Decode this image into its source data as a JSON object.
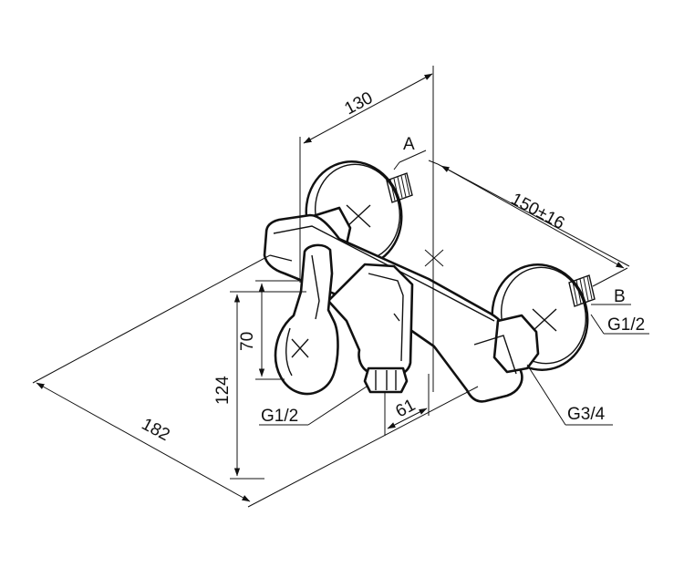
{
  "dimensions": {
    "width_130": "130",
    "spacing_150": "150±16",
    "height_70": "70",
    "height_124": "124",
    "depth_61": "61",
    "length_182": "182"
  },
  "labels": {
    "a": "A",
    "b": "B",
    "thread_outlet_right": "G1/2",
    "thread_outlet_bottom": "G1/2",
    "thread_shower": "G3/4"
  }
}
